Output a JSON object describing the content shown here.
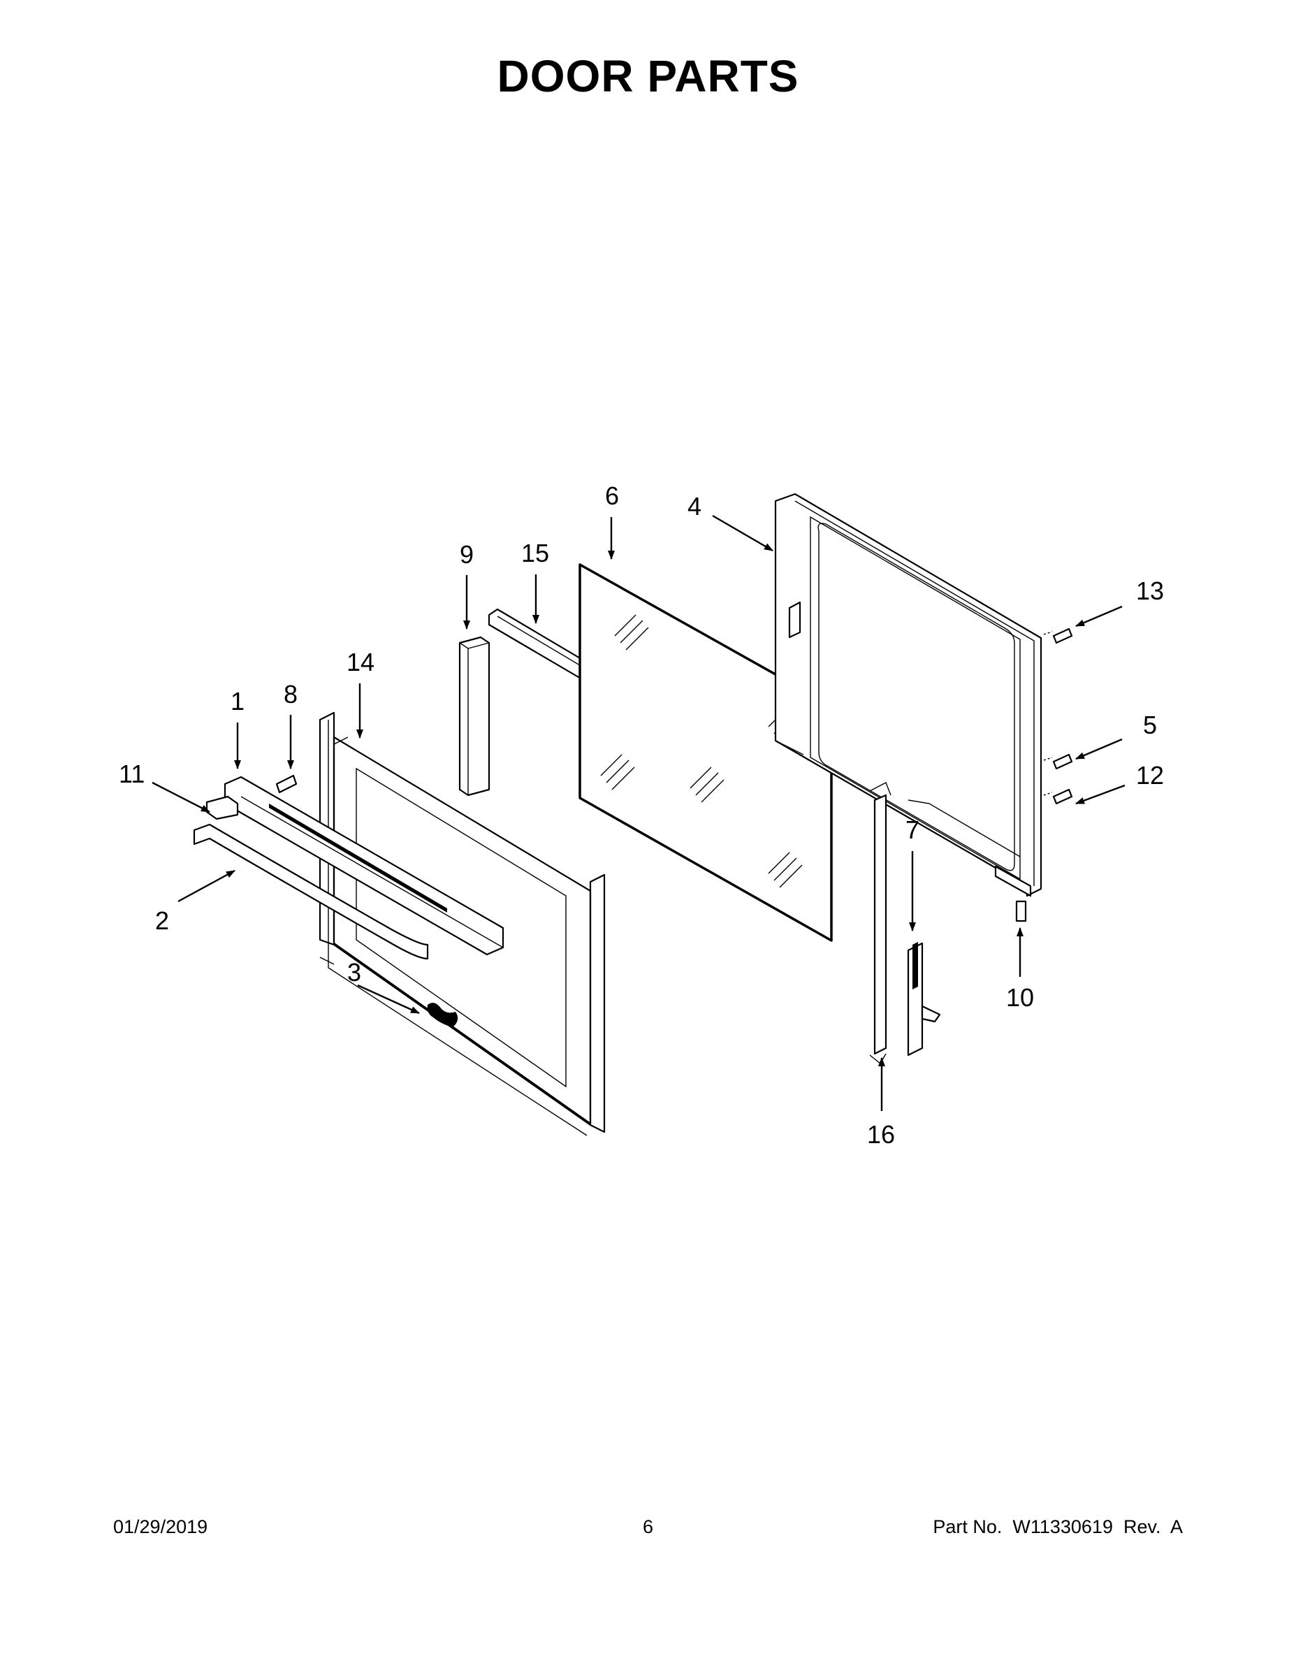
{
  "title": "DOOR PARTS",
  "callouts": {
    "c1": "1",
    "c2": "2",
    "c3": "3",
    "c4": "4",
    "c5": "5",
    "c6": "6",
    "c7": "7",
    "c8": "8",
    "c9": "9",
    "c10": "10",
    "c11": "11",
    "c12": "12",
    "c13": "13",
    "c14": "14",
    "c15": "15",
    "c16": "16"
  },
  "footer": {
    "date": "01/29/2019",
    "page": "6",
    "part_no": "Part No.  W11330619  Rev.  A"
  }
}
